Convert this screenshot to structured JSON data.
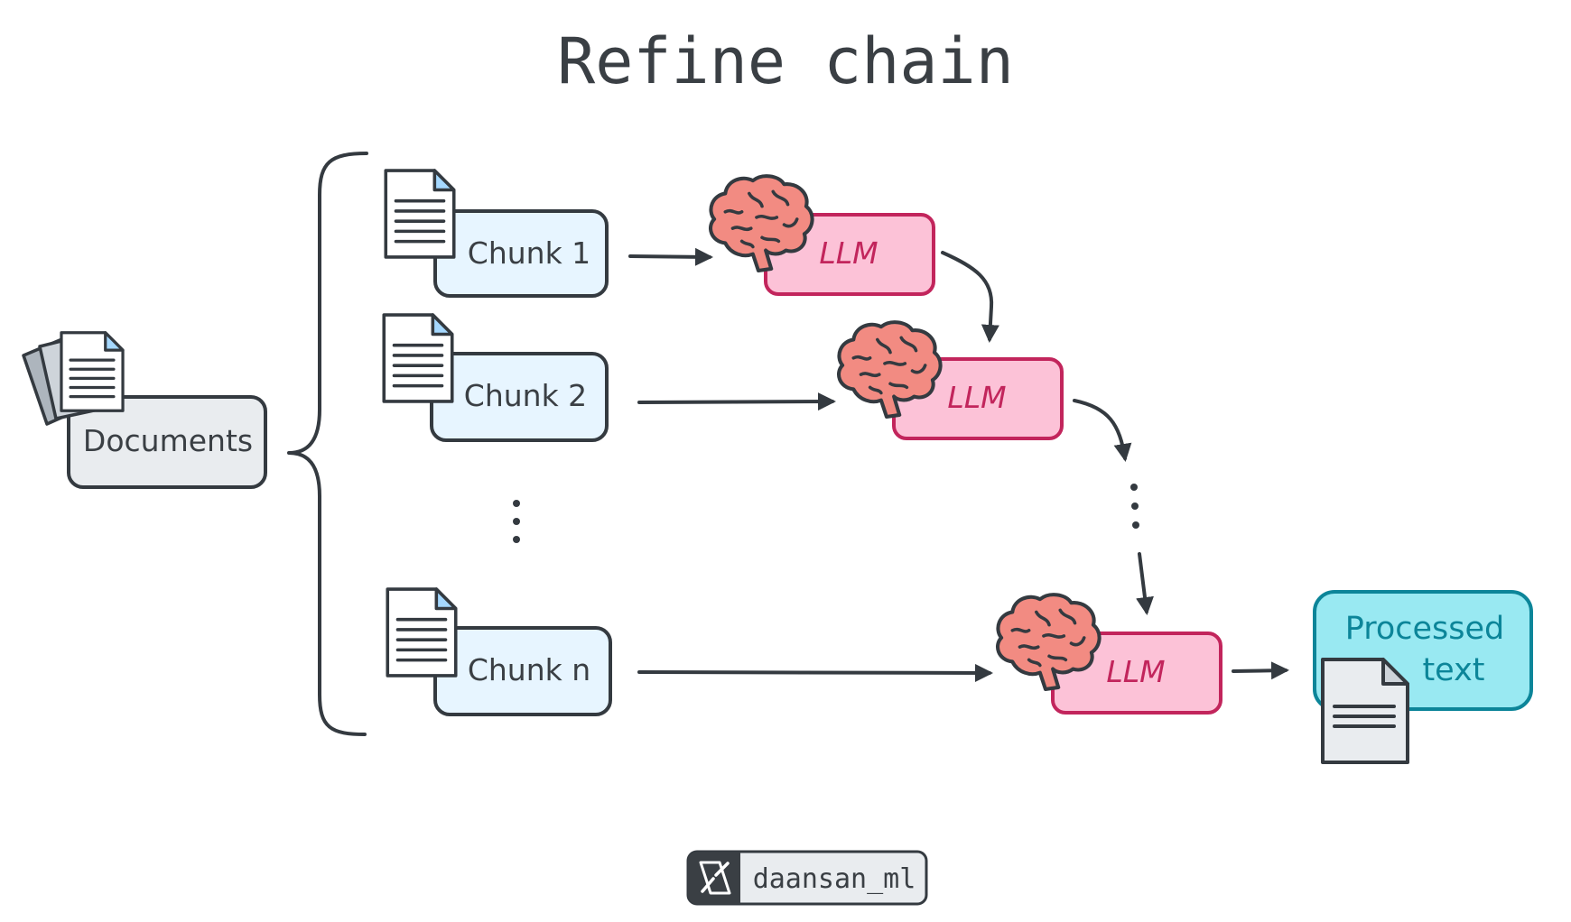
{
  "title": "Refine chain",
  "documents": {
    "label": "Documents"
  },
  "chunks": [
    {
      "label": "Chunk 1"
    },
    {
      "label": "Chunk 2"
    },
    {
      "label": "Chunk n"
    }
  ],
  "llm_nodes": [
    {
      "label": "LLM"
    },
    {
      "label": "LLM"
    },
    {
      "label": "LLM"
    }
  ],
  "output": {
    "line1": "Processed",
    "line2": "text"
  },
  "footer": {
    "handle": "daansan_ml",
    "icon": "x-logo-icon"
  },
  "colors": {
    "chunk_fill": "#e7f5ff",
    "llm_fill": "#fcc2d7",
    "llm_stroke": "#c2255c",
    "output_fill": "#99e9f2",
    "output_stroke": "#0c8599",
    "documents_fill": "#e9ecef",
    "brain_fill": "#f28b82",
    "ink": "#343a40"
  }
}
